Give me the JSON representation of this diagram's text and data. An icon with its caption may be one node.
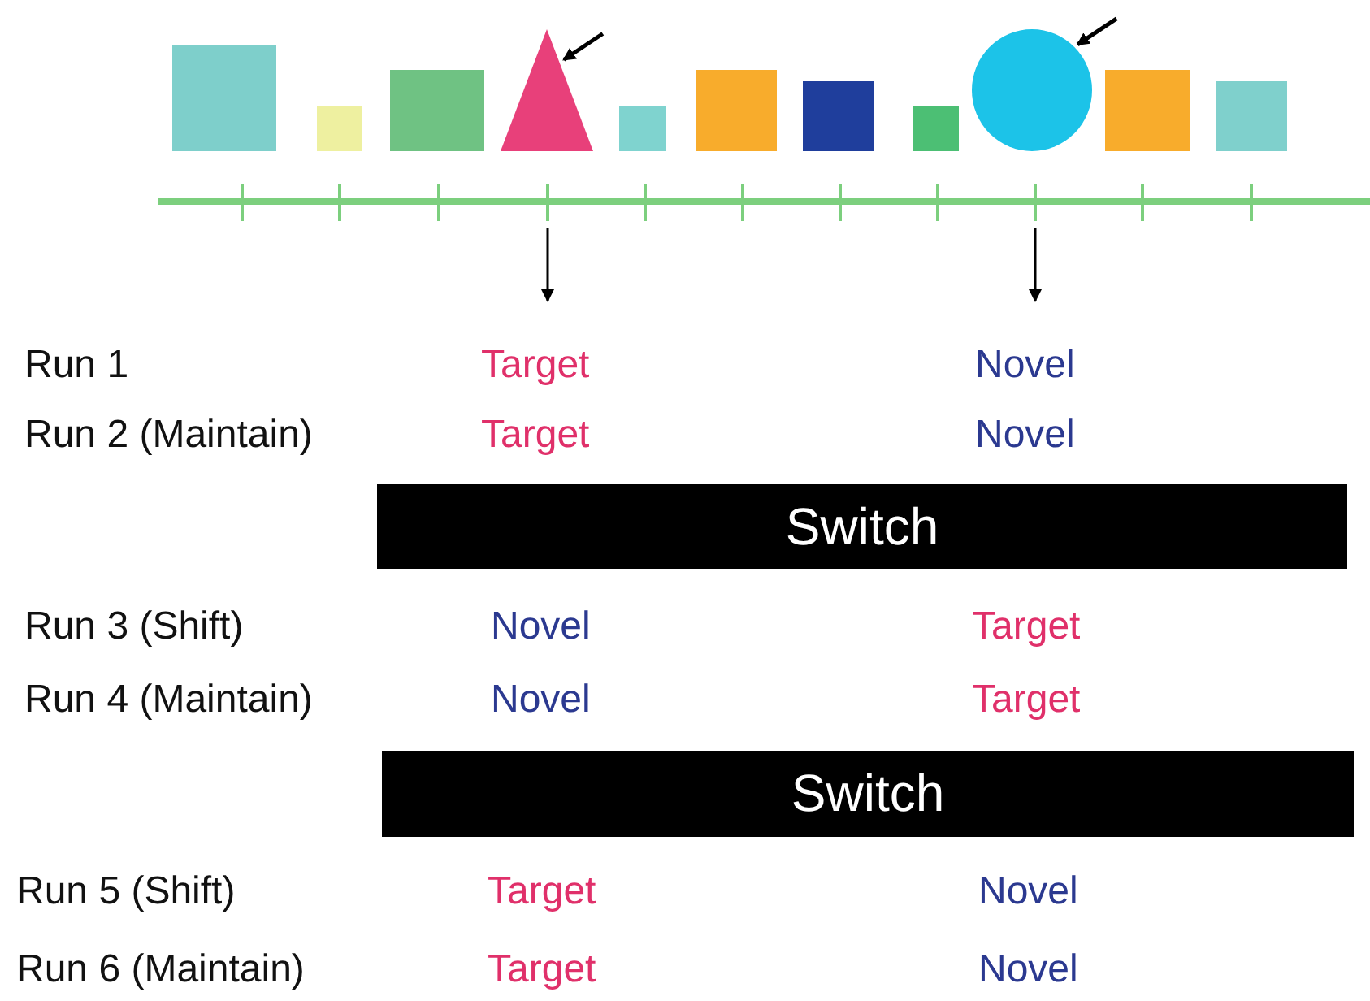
{
  "diagram": {
    "nodes": [
      {
        "text": [],
        "shape": "box"
      },
      {
        "text": [],
        "shape": "box"
      },
      {
        "text": [],
        "shape": "box"
      },
      {
        "text": [],
        "shape": "triangle"
      },
      {
        "text": [],
        "shape": "box"
      },
      {
        "text": [],
        "shape": "box"
      },
      {
        "text": [],
        "shape": "box"
      },
      {
        "text": [],
        "shape": "box"
      },
      {
        "text": [],
        "shape": "circle"
      },
      {
        "text": [],
        "shape": "box"
      },
      {
        "text": [],
        "shape": "box"
      },
      {
        "text": [
          "Switch"
        ]
      },
      {
        "text": [
          "Switch"
        ]
      }
    ],
    "edges": [
      {
        "from": null,
        "to": 3,
        "arrow": "to"
      },
      {
        "from": null,
        "to": 8,
        "arrow": "to"
      }
    ],
    "labels": [
      "Run 1",
      "Target",
      "Novel",
      "Run 2 (Maintain)",
      "Target",
      "Novel",
      "Run 3 (Shift)",
      "Novel",
      "Target",
      "Run 4 (Maintain)",
      "Novel",
      "Target",
      "Run 5 (Shift)",
      "Target",
      "Novel",
      "Run 6 (Maintain)",
      "Target",
      "Novel"
    ]
  }
}
